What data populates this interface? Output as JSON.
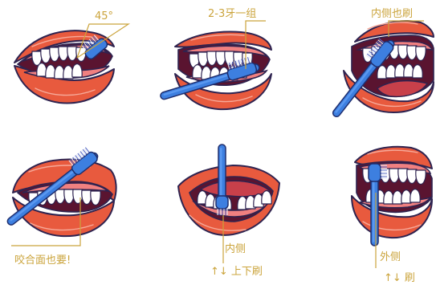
{
  "panels": [
    {
      "id": "outer-45",
      "label": "45°"
    },
    {
      "id": "group-2-3",
      "label": "2-3牙一组"
    },
    {
      "id": "inner-surface",
      "label": "内侧也刷"
    },
    {
      "id": "chewing-surface",
      "label": "咬合面也要!"
    },
    {
      "id": "front-inner",
      "label_top": "内侧",
      "label_bottom": "↑↓ 上下刷"
    },
    {
      "id": "front-outer",
      "label_top": "外侧",
      "label_bottom": "↑↓ 刷"
    }
  ],
  "colors": {
    "label": "#cba43c",
    "lip": "#e85a3e",
    "gum": "#f08080",
    "cavity": "#5a1430",
    "brush": "#3d7fe0",
    "outline": "#2e2350"
  }
}
